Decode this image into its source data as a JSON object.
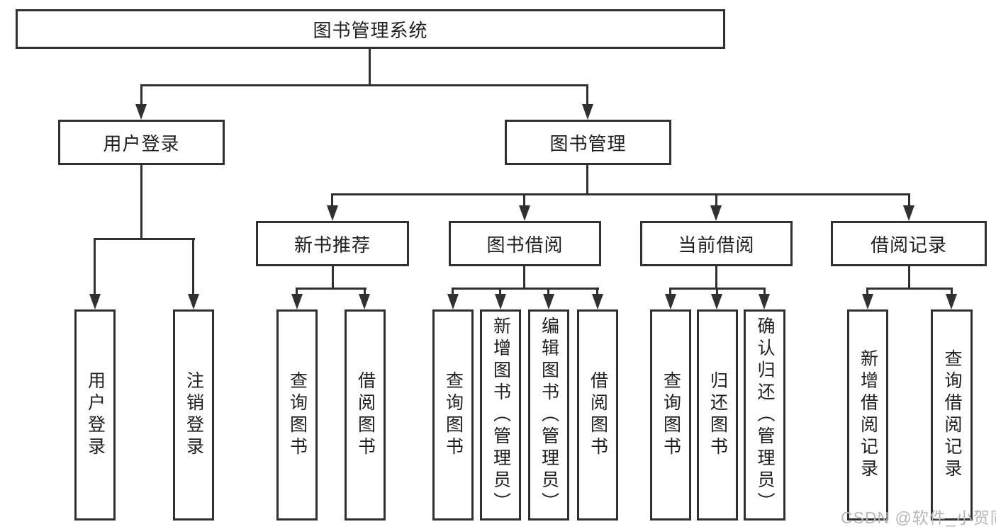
{
  "diagram": {
    "title": "图书管理系统",
    "level2": [
      {
        "label": "用户登录"
      },
      {
        "label": "图书管理"
      }
    ],
    "level3": [
      {
        "label": "新书推荐"
      },
      {
        "label": "图书借阅"
      },
      {
        "label": "当前借阅"
      },
      {
        "label": "借阅记录"
      }
    ],
    "leaves": {
      "user_login": [
        "用户登录",
        "注销登录"
      ],
      "new_book": [
        "查询图书",
        "借阅图书"
      ],
      "book_borrow": [
        "查询图书",
        "新增图书（管理员）",
        "编辑图书（管理员）",
        "借阅图书"
      ],
      "current_borrow": [
        "查询图书",
        "归还图书",
        "确认归还（管理员）"
      ],
      "borrow_records": [
        "新增借阅记录",
        "查询借阅记录"
      ]
    }
  },
  "watermark": {
    "text": "CSDN @软件_小贺同学"
  },
  "colors": {
    "line": "#303030",
    "text": "#1f1f1f",
    "background": "#ffffff",
    "watermark": "#b7b7b7"
  }
}
